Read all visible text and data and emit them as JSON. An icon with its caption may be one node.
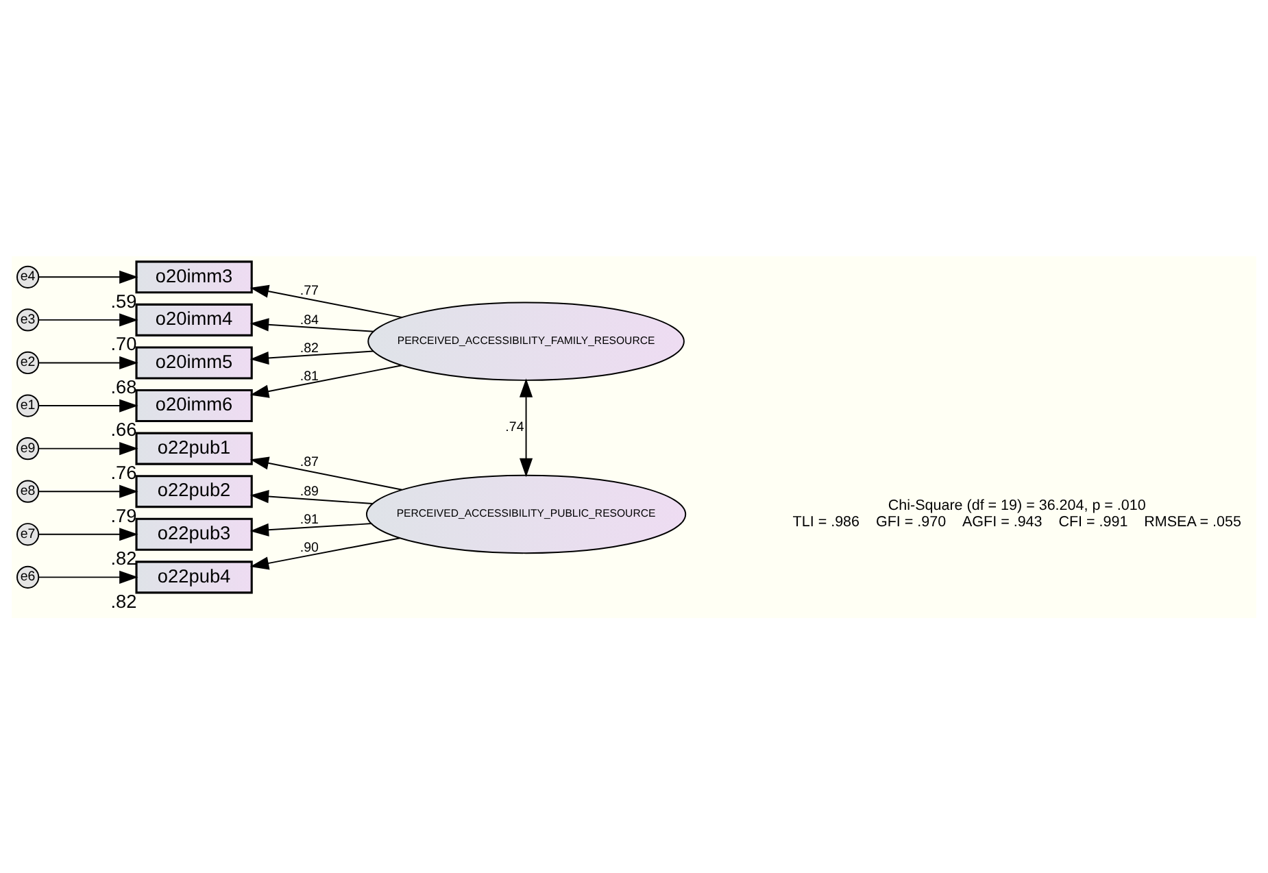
{
  "diagram": {
    "nodes": [
      {
        "text": [
          "e4"
        ]
      },
      {
        "text": [
          "o20imm3"
        ],
        "beside": [
          ".59"
        ]
      },
      {
        "text": [
          "e3"
        ]
      },
      {
        "text": [
          "o20imm4"
        ],
        "beside": [
          ".70"
        ]
      },
      {
        "text": [
          "e2"
        ]
      },
      {
        "text": [
          "o20imm5"
        ],
        "beside": [
          ".68"
        ]
      },
      {
        "text": [
          "e1"
        ]
      },
      {
        "text": [
          "o20imm6"
        ],
        "beside": [
          ".66"
        ]
      },
      {
        "text": [
          "PERCEIVED_ACCESSIBILITY_FAMILY_RESOURCE"
        ]
      },
      {
        "text": [
          "e9"
        ]
      },
      {
        "text": [
          "o22pub1"
        ],
        "beside": [
          ".76"
        ]
      },
      {
        "text": [
          "e8"
        ]
      },
      {
        "text": [
          "o22pub2"
        ],
        "beside": [
          ".79"
        ]
      },
      {
        "text": [
          "e7"
        ]
      },
      {
        "text": [
          "o22pub3"
        ],
        "beside": [
          ".82"
        ]
      },
      {
        "text": [
          "e6"
        ]
      },
      {
        "text": [
          "o22pub4"
        ],
        "beside": [
          ".82"
        ]
      },
      {
        "text": [
          "PERCEIVED_ACCESSIBILITY_PUBLIC_RESOURCE"
        ]
      }
    ],
    "edges": [
      {
        "from": 0,
        "to": 1,
        "arrow": "to"
      },
      {
        "from": 2,
        "to": 3,
        "arrow": "to"
      },
      {
        "from": 4,
        "to": 5,
        "arrow": "to"
      },
      {
        "from": 6,
        "to": 7,
        "arrow": "to"
      },
      {
        "from": 8,
        "to": 1,
        "arrow": "to",
        "label": ".77"
      },
      {
        "from": 8,
        "to": 3,
        "arrow": "to",
        "label": ".84"
      },
      {
        "from": 8,
        "to": 5,
        "arrow": "to",
        "label": ".82"
      },
      {
        "from": 8,
        "to": 7,
        "arrow": "to",
        "label": ".81"
      },
      {
        "from": 9,
        "to": 10,
        "arrow": "to"
      },
      {
        "from": 11,
        "to": 12,
        "arrow": "to"
      },
      {
        "from": 13,
        "to": 14,
        "arrow": "to"
      },
      {
        "from": 15,
        "to": 16,
        "arrow": "to"
      },
      {
        "from": 17,
        "to": 10,
        "arrow": "to",
        "label": ".87"
      },
      {
        "from": 17,
        "to": 12,
        "arrow": "to",
        "label": ".89"
      },
      {
        "from": 17,
        "to": 14,
        "arrow": "to",
        "label": ".91"
      },
      {
        "from": 17,
        "to": 16,
        "arrow": "to",
        "label": ".90"
      },
      {
        "from": 8,
        "to": 17,
        "arrow": "both",
        "label": ".74"
      }
    ],
    "labels": [
      "Chi-Square (df = 19) = 36.204, p = .010",
      "TLI = .986    GFI = .970    AGFI = .943    CFI = .991    RMSEA = .055"
    ]
  }
}
